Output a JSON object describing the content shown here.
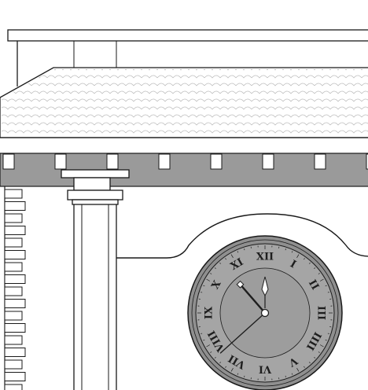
{
  "scene": {
    "subject": "building-facade-with-clock",
    "colors": {
      "background": "#ffffff",
      "line": "#1a1a1a",
      "frieze": "#9a9a9a",
      "roof_tile": "#bdbdbd",
      "clock_rim": "#8f8f8f",
      "clock_face": "#9d9d9d",
      "clock_hands": "#1e1e1e"
    }
  },
  "clock": {
    "numerals": [
      "XII",
      "I",
      "II",
      "III",
      "IIII",
      "V",
      "VI",
      "VII",
      "VIII",
      "IX",
      "X",
      "XI"
    ],
    "time": {
      "hour": 10,
      "minute": 38
    }
  }
}
